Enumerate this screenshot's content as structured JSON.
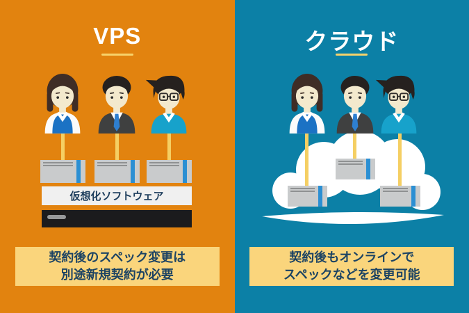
{
  "left_panel": {
    "title": "VPS",
    "virtualization_label": "仮想化ソフトウェア",
    "caption": {
      "line1": "契約後のスペック変更は",
      "line2": "別途新規契約が必要"
    },
    "background_color": "#E2830F"
  },
  "right_panel": {
    "title": "クラウド",
    "caption": {
      "line1": "契約後もオンラインで",
      "line2": "スペックなどを変更可能"
    },
    "background_color": "#0C80A6"
  },
  "icons": {
    "avatars": [
      "woman-office-worker-icon",
      "businessman-suit-icon",
      "man-glasses-icon"
    ],
    "server": "server-box-icon",
    "cloud": "cloud-icon"
  },
  "colors": {
    "accent_yellow_line": "#F5CF63",
    "caption_box": "#FAD57C",
    "caption_text": "#1C4363",
    "server_gray": "#C9CBCC",
    "server_stripe_blue": "#2B8FD3",
    "title_text": "#FFFFFF"
  }
}
